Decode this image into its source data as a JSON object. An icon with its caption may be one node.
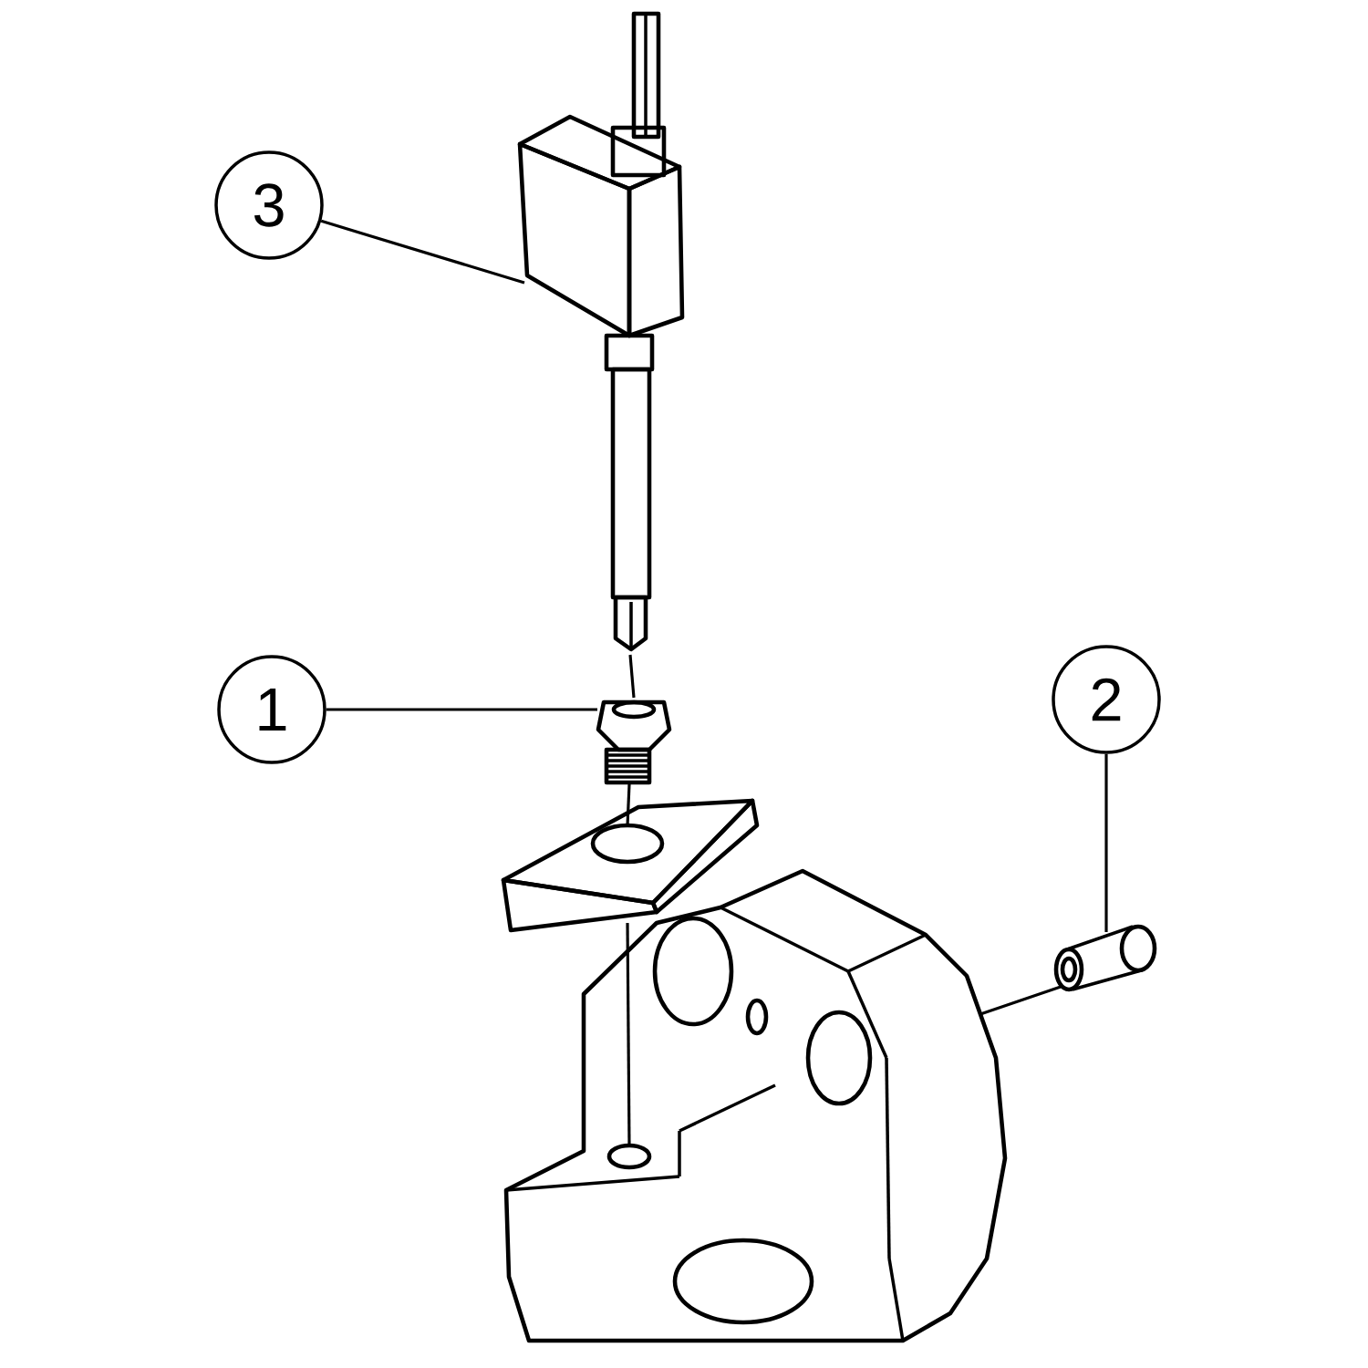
{
  "diagram": {
    "nodes": [
      {
        "text": [
          "3"
        ]
      },
      {
        "text": [
          "1"
        ]
      },
      {
        "text": [
          "2"
        ]
      },
      {
        "text": [],
        "shape": "picture"
      },
      {
        "text": [],
        "shape": "picture"
      },
      {
        "text": [],
        "shape": "picture"
      },
      {
        "text": [],
        "shape": "picture"
      },
      {
        "text": [],
        "shape": "picture"
      }
    ],
    "edges": [
      {
        "from": 0,
        "to": 3,
        "arrow": "none"
      },
      {
        "from": 1,
        "to": 4,
        "arrow": "none"
      },
      {
        "from": 2,
        "to": 7,
        "arrow": "none"
      },
      {
        "from": 7,
        "to": 6,
        "arrow": "none"
      },
      {
        "from": 3,
        "to": 4,
        "arrow": "none"
      },
      {
        "from": 4,
        "to": 5,
        "arrow": "none"
      },
      {
        "from": 5,
        "to": 6,
        "arrow": "none"
      }
    ]
  }
}
